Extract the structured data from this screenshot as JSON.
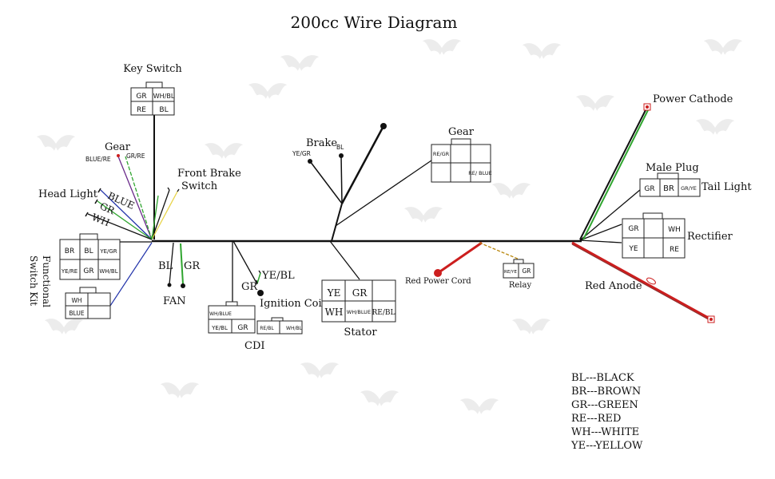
{
  "title": "200cc Wire Diagram",
  "colors": {
    "harness": "#111111",
    "green": "#2fa52f",
    "red": "#cc1e1e",
    "blue": "#2233aa",
    "yellow": "#e8d44a",
    "purple": "#6a2a8a",
    "watermark": "#d8d8d8"
  },
  "components": {
    "key_switch": {
      "label": "Key Switch",
      "cells": [
        "GR",
        "WH/BL",
        "RE",
        "BL"
      ]
    },
    "gear_left": {
      "label": "Gear",
      "wire_a": "BLUE/RE",
      "wire_b": "GR/RE"
    },
    "front_brake": {
      "label_line1": "Front Brake",
      "label_line2": "Switch"
    },
    "head_light": {
      "label": "Head Light",
      "wires": [
        "BLUE",
        "GR",
        "WH"
      ]
    },
    "functional_switch": {
      "label_line1": "Functional",
      "label_line2": "Switch Kit",
      "cells_a": [
        "BR",
        "BL",
        "YE/GR",
        "YE/RE",
        "GR",
        "WH/BL"
      ],
      "cells_b": [
        "WH",
        "BLUE"
      ]
    },
    "fan": {
      "label": "FAN",
      "wire_a": "BL",
      "wire_b": "GR"
    },
    "cdi": {
      "label": "CDI",
      "cells_a": [
        "WH/BLUE",
        "YE/BL",
        "GR"
      ],
      "cells_b": [
        "RE/BL",
        "WH/BL"
      ]
    },
    "ignition_coil": {
      "label": "Ignition Coil",
      "wire_a": "YE/BL",
      "wire_b": "GR"
    },
    "brake": {
      "label": "Brake",
      "wire_a": "YE/GR",
      "wire_b": "BL"
    },
    "stator": {
      "label": "Stator",
      "cells": [
        "YE",
        "GR",
        "WH",
        "WH/BLUE",
        "RE/BL"
      ]
    },
    "gear_right": {
      "label": "Gear",
      "cells": [
        "RE/GR",
        "RE/ BLUE"
      ]
    },
    "red_power_cord": {
      "label": "Red Power Cord"
    },
    "relay": {
      "label": "Relay",
      "cells": [
        "RE/YE",
        "GR"
      ]
    },
    "power_cathode": {
      "label": "Power Cathode"
    },
    "male_plug": {
      "label": "Male Plug",
      "cells": [
        "GR",
        "BR",
        "GR/YE"
      ]
    },
    "tail_light": {
      "label": "Tail Light"
    },
    "rectifier": {
      "label": "Rectifier",
      "cells": [
        "GR",
        "WH",
        "YE",
        "RE"
      ]
    },
    "red_anode": {
      "label": "Red Anode"
    }
  },
  "legend": [
    "BL---BLACK",
    "BR---BROWN",
    "GR---GREEN",
    "RE---RED",
    "WH---WHITE",
    "YE---YELLOW"
  ]
}
